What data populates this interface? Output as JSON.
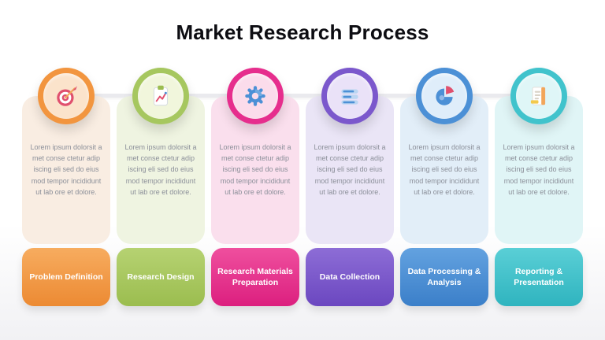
{
  "slide": {
    "title": "Market Research Process"
  },
  "steps": [
    {
      "label": "Problem Definition",
      "icon": "target-icon",
      "body": "Lorem ipsum dolorsit a met conse ctetur adip iscing eli sed do eius mod tempor incididunt ut lab ore et dolore.",
      "colors": {
        "accent": "#F2953F",
        "accent_light": "#F7AC5F",
        "accent_dark": "#EC8A33",
        "card": "#F9EDE2",
        "inner": "#FBE3CB"
      }
    },
    {
      "label": "Research Design",
      "icon": "clipboard-chart-icon",
      "body": "Lorem ipsum dolorsit a met conse ctetur adip iscing eli sed do eius mod tempor incididunt ut lab ore et dolore.",
      "colors": {
        "accent": "#A6C75F",
        "accent_light": "#B6D272",
        "accent_dark": "#9BBD4F",
        "card": "#EFF4E1",
        "inner": "#F1F6DC"
      }
    },
    {
      "label": "Research Materials Preparation",
      "icon": "gear-icon",
      "body": "Lorem ipsum dolorsit a met conse ctetur adip iscing eli sed do eius mod tempor incididunt ut lab ore et dolore.",
      "colors": {
        "accent": "#E62E8D",
        "accent_light": "#EF4F9E",
        "accent_dark": "#DC1F7F",
        "card": "#FADFED",
        "inner": "#FBDCEB"
      }
    },
    {
      "label": "Data Collection",
      "icon": "list-sliders-icon",
      "body": "Lorem ipsum dolorsit a met conse ctetur adip iscing eli sed do eius mod tempor incididunt ut lab ore et dolore.",
      "colors": {
        "accent": "#7B58CC",
        "accent_light": "#8D6DD6",
        "accent_dark": "#6B47C0",
        "card": "#EAE5F6",
        "inner": "#EAE2F8"
      }
    },
    {
      "label": "Data Processing & Analysis",
      "icon": "pie-chart-icon",
      "body": "Lorem ipsum dolorsit a met conse ctetur adip iscing eli sed do eius mod tempor incididunt ut lab ore et dolore.",
      "colors": {
        "accent": "#4C90D6",
        "accent_light": "#63A2E0",
        "accent_dark": "#3B7FC9",
        "card": "#E2EEF8",
        "inner": "#DFEDFA"
      }
    },
    {
      "label": "Reporting & Presentation",
      "icon": "report-document-icon",
      "body": "Lorem ipsum dolorsit a met conse ctetur adip iscing eli sed do eius mod tempor incididunt ut lab ore et dolore.",
      "colors": {
        "accent": "#41C3CC",
        "accent_light": "#5ACfd6",
        "accent_dark": "#2FB4BF",
        "card": "#E0F5F6",
        "inner": "#DFF6F7"
      }
    }
  ]
}
